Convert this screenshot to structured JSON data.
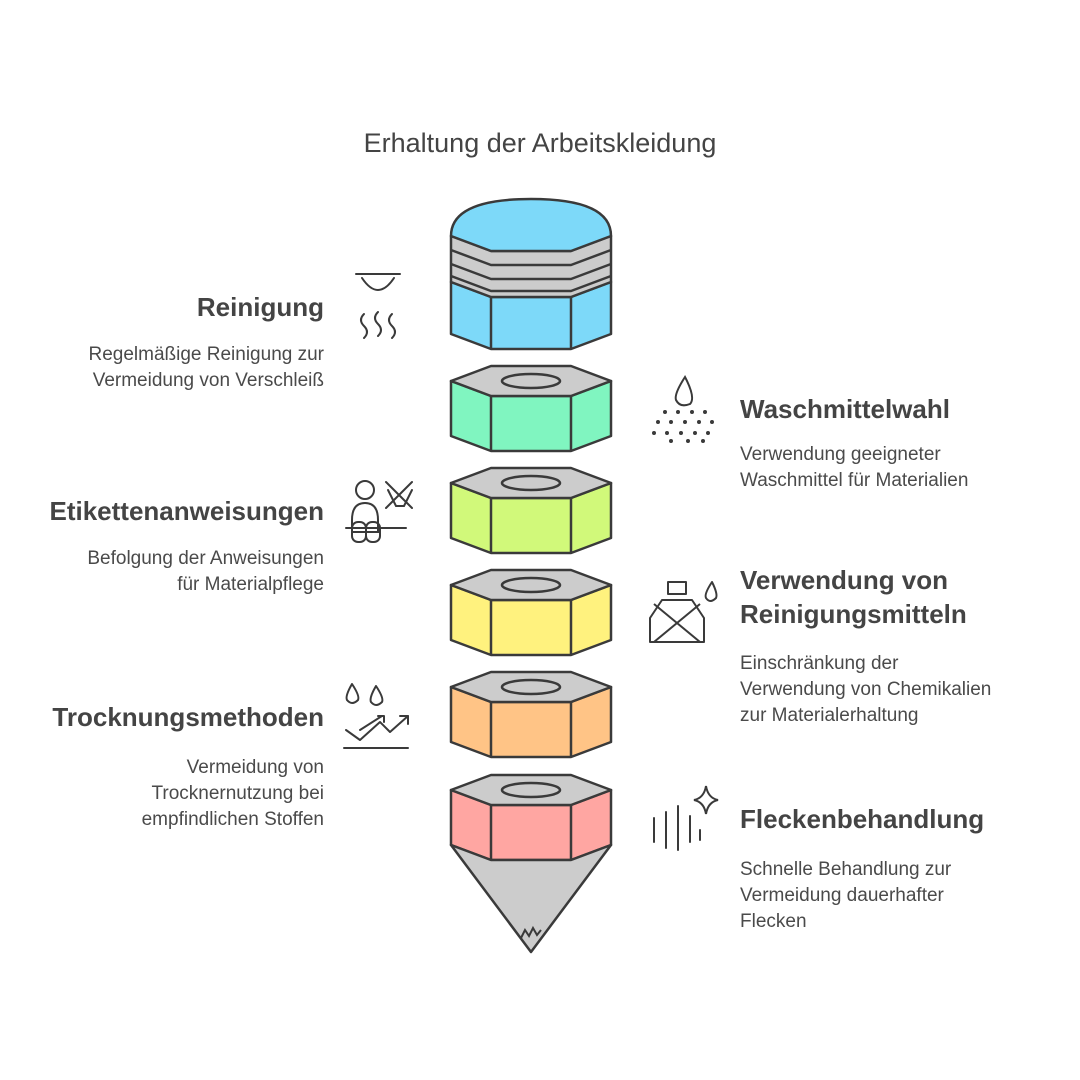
{
  "title": "Erhaltung der Arbeitskleidung",
  "items": [
    {
      "heading": "Reinigung",
      "description": "Regelmäßige Reinigung zur\nVermeidung von Verschleiß",
      "icon": "steam-icon",
      "side": "left"
    },
    {
      "heading": "Waschmittelwahl",
      "description": "Verwendung geeigneter\nWaschmittel für Materialien",
      "icon": "detergent-drop-icon",
      "side": "right"
    },
    {
      "heading": "Etikettenanweisungen",
      "description": "Befolgung der Anweisungen\nfür Materialpflege",
      "icon": "person-no-wash-icon",
      "side": "left"
    },
    {
      "heading": "Verwendung von\nReinigungsmitteln",
      "description": "Einschränkung der\nVerwendung von Chemikalien\nzur Materialerhaltung",
      "icon": "chemical-bottle-icon",
      "side": "right"
    },
    {
      "heading": "Trocknungsmethoden",
      "description": "Vermeidung von\nTrocknernutzung bei\nempfindlichen Stoffen",
      "icon": "drying-drops-icon",
      "side": "left"
    },
    {
      "heading": "Fleckenbehandlung",
      "description": "Schnelle Behandlung zur\nVermeidung dauerhafter\nFlecken",
      "icon": "sparkle-clean-icon",
      "side": "right"
    }
  ],
  "colors": {
    "cap": "#7dd9f9",
    "segments": [
      "#80f5c0",
      "#d1f97a",
      "#fff27e",
      "#ffc486",
      "#ffa6a2"
    ],
    "gray": "#cccccc",
    "stroke": "#3a3a3a"
  }
}
